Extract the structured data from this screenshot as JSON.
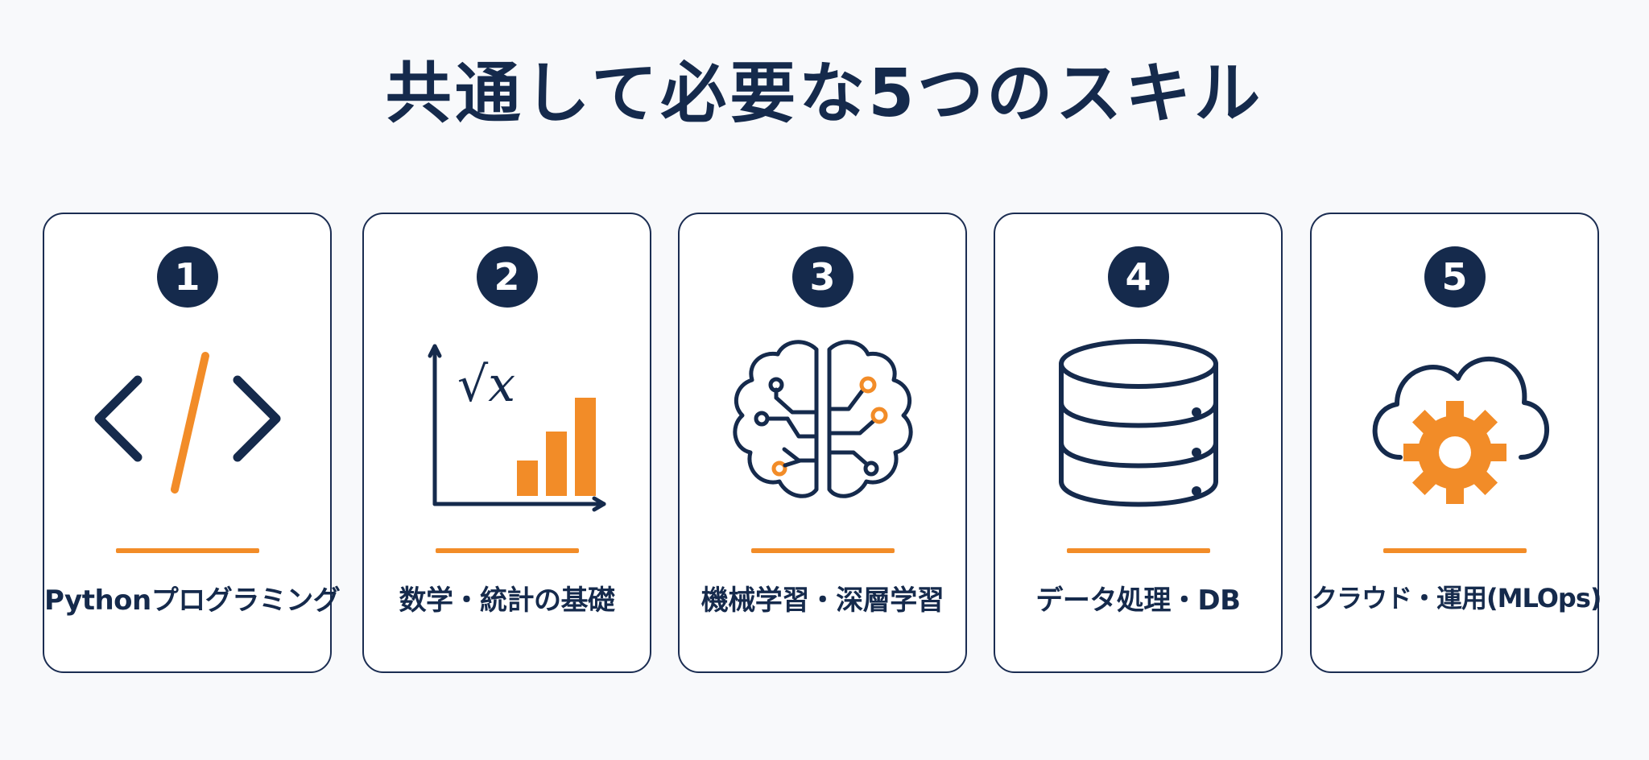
{
  "title": "共通して必要な5つのスキル",
  "colors": {
    "navy": "#152a4c",
    "orange": "#f28c28",
    "card_border": "#1b2d52",
    "background": "#f8f9fb"
  },
  "skills": [
    {
      "number": "1",
      "label": "Pythonプログラミング",
      "icon": "code-brackets-icon"
    },
    {
      "number": "2",
      "label": "数学・統計の基礎",
      "icon": "math-chart-icon",
      "icon_text": "√x"
    },
    {
      "number": "3",
      "label": "機械学習・深層学習",
      "icon": "brain-circuit-icon"
    },
    {
      "number": "4",
      "label": "データ処理・DB",
      "icon": "database-icon"
    },
    {
      "number": "5",
      "label": "クラウド・運用(MLOps)",
      "icon": "cloud-gear-icon"
    }
  ]
}
